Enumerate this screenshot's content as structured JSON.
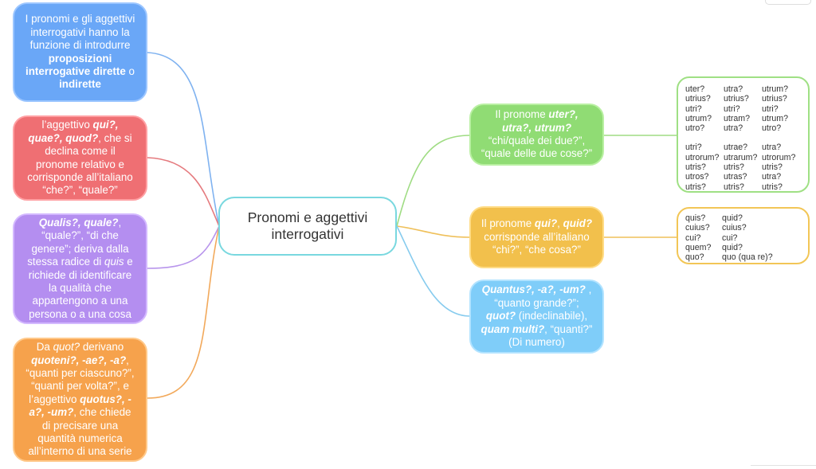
{
  "central": "Pronomi e aggettivi interrogativi",
  "left_nodes": [
    {
      "id": "blue",
      "parts": [
        {
          "t": "I pronomi e gli aggettivi interrogativi hanno la funzione di introdurre "
        },
        {
          "t": "proposizioni interrogative dirette",
          "b": true
        },
        {
          "t": " o "
        },
        {
          "t": "indirette",
          "b": true
        }
      ]
    },
    {
      "id": "red",
      "parts": [
        {
          "t": "l’aggettivo "
        },
        {
          "t": "qui?, quae?, quod?",
          "b": true,
          "i": true
        },
        {
          "t": ", che si declina come il pronome relativo e corrisponde all’italiano “che?”, “quale?”"
        }
      ]
    },
    {
      "id": "purple",
      "parts": [
        {
          "t": "Qualis?, quale?",
          "b": true,
          "i": true
        },
        {
          "t": ", “quale?”, “di che genere”; deriva dalla stessa radice di "
        },
        {
          "t": "quis",
          "i": true
        },
        {
          "t": " e richiede di identificare la qualità che appartengono a una persona o a una cosa"
        }
      ]
    },
    {
      "id": "orange",
      "parts": [
        {
          "t": "Da "
        },
        {
          "t": "quot?",
          "i": true
        },
        {
          "t": " derivano "
        },
        {
          "t": "quoteni?, -ae?, -a?",
          "b": true,
          "i": true
        },
        {
          "t": ", “quanti per ciascuno?”, “quanti per volta?”, e l’aggettivo "
        },
        {
          "t": "quotus?, -a?, -um?",
          "b": true,
          "i": true
        },
        {
          "t": ", che chiede di precisare una quantità numerica all’interno di una serie"
        }
      ]
    }
  ],
  "right_nodes": [
    {
      "id": "green",
      "parts": [
        {
          "t": "Il pronome "
        },
        {
          "t": "uter?, utra?, utrum?",
          "b": true,
          "i": true
        },
        {
          "t": " “chi/quale dei due?”, “quale delle due cose?”"
        }
      ]
    },
    {
      "id": "gold",
      "parts": [
        {
          "t": "Il pronome "
        },
        {
          "t": "qui?",
          "b": true,
          "i": true
        },
        {
          "t": ", "
        },
        {
          "t": "quid?",
          "b": true,
          "i": true
        },
        {
          "t": " corrisponde all’italiano “chi?”, “che cosa?”"
        }
      ]
    },
    {
      "id": "sky",
      "parts": [
        {
          "t": "Quantus?, -a?, -um?",
          "b": true,
          "i": true
        },
        {
          "t": " , “quanto grande?”; "
        },
        {
          "t": "quot?",
          "b": true,
          "i": true
        },
        {
          "t": " (indeclinabile), "
        },
        {
          "t": "quam multi?",
          "b": true,
          "i": true
        },
        {
          "t": ", “quanti?” (Di numero)"
        }
      ]
    }
  ],
  "uter_table": {
    "singular": [
      [
        "uter?",
        "utra?",
        "utrum?"
      ],
      [
        "utrius?",
        "utrius?",
        "utrius?"
      ],
      [
        "utri?",
        "utri?",
        "utri?"
      ],
      [
        "utrum?",
        "utram?",
        "utrum?"
      ],
      [
        "utro?",
        "utra?",
        "utro?"
      ]
    ],
    "plural": [
      [
        "utri?",
        "utrae?",
        "utra?"
      ],
      [
        "utrorum?",
        "utrarum?",
        "utrorum?"
      ],
      [
        "utris?",
        "utris?",
        "utris?"
      ],
      [
        "utros?",
        "utras?",
        "utra?"
      ],
      [
        "utris?",
        "utris?",
        "utris?"
      ]
    ]
  },
  "quis_table": [
    [
      "quis?",
      "quid?"
    ],
    [
      "cuius?",
      "cuius?"
    ],
    [
      "cui?",
      "cui?"
    ],
    [
      "quem?",
      "quid?"
    ],
    [
      "quo?",
      "quo (qua re)?"
    ]
  ],
  "colors": {
    "blue": "#6aa7f7",
    "red": "#ef6f73",
    "purple": "#b48ef0",
    "orange": "#f6a24c",
    "green": "#90dc74",
    "gold": "#f2c04c",
    "sky": "#7fcdf9",
    "center_border": "#79d8df"
  }
}
